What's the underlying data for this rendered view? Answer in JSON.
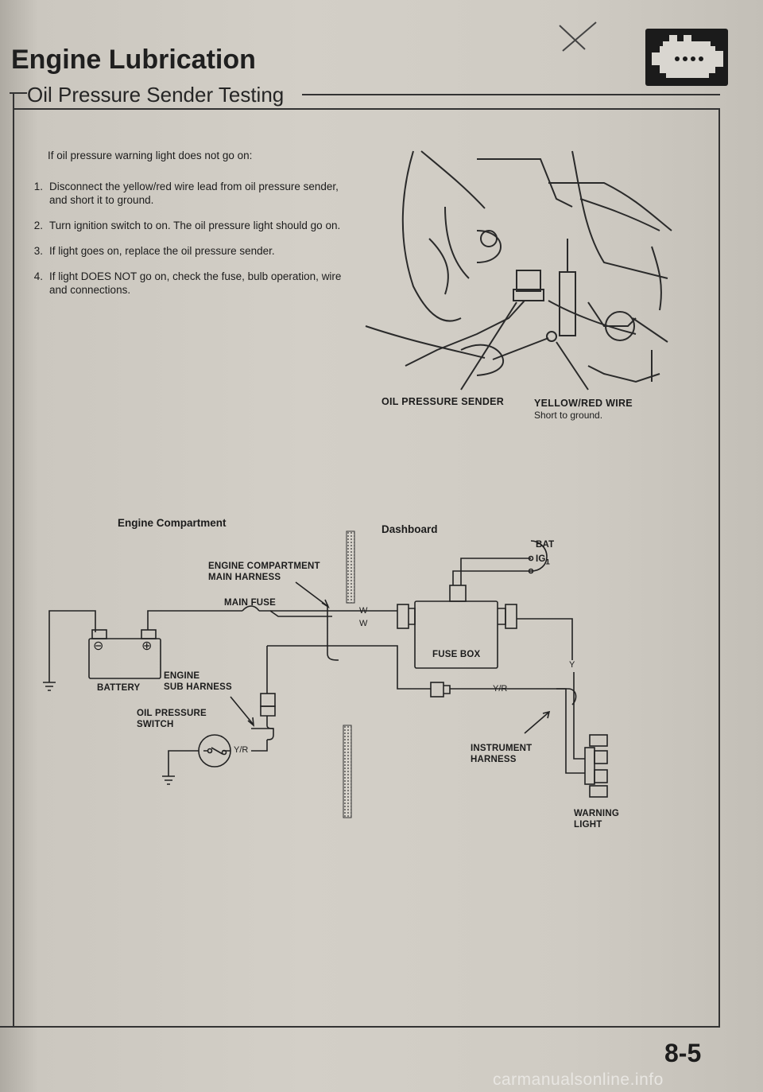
{
  "header": {
    "title": "Engine Lubrication",
    "subtitle": "Oil Pressure Sender Testing",
    "section_icon": "engine-block-icon"
  },
  "intro": "If oil pressure warning light does not go on:",
  "steps": [
    {
      "num": "1.",
      "text": "Disconnect the yellow/red wire lead from oil pressure sender, and short it to ground."
    },
    {
      "num": "2.",
      "text": "Turn ignition switch to on. The oil pressure light should go on."
    },
    {
      "num": "3.",
      "text": "If light goes on, replace the oil pressure sender."
    },
    {
      "num": "4.",
      "text": "If light DOES NOT go on, check the fuse, bulb operation, wire and connections."
    }
  ],
  "photo": {
    "sender_label": "OIL PRESSURE SENDER",
    "wire_label": "YELLOW/RED WIRE",
    "wire_note": "Short to ground."
  },
  "diagram": {
    "engine_heading": "Engine Compartment",
    "dash_heading": "Dashboard",
    "labels": {
      "main_harness_1": "ENGINE COMPARTMENT",
      "main_harness_2": "MAIN HARNESS",
      "main_fuse": "MAIN FUSE",
      "battery": "BATTERY",
      "sub_harness_1": "ENGINE",
      "sub_harness_2": "SUB HARNESS",
      "switch_1": "OIL PRESSURE",
      "switch_2": "SWITCH",
      "fuse_box": "FUSE BOX",
      "bat": "BAT",
      "ig1": "IG",
      "ig1_sub": "1",
      "instrument_1": "INSTRUMENT",
      "instrument_2": "HARNESS",
      "warning_1": "WARNING",
      "warning_2": "LIGHT"
    },
    "wire_codes": {
      "w_top": "W",
      "w_bottom": "W",
      "yr_engine": "Y/R",
      "yr_dash": "Y/R",
      "y_dash": "Y"
    },
    "battery_terminals": {
      "neg": "⊖",
      "pos": "⊕"
    }
  },
  "footer": {
    "page_number": "8-5",
    "watermark": "carmanualsonline.info"
  }
}
